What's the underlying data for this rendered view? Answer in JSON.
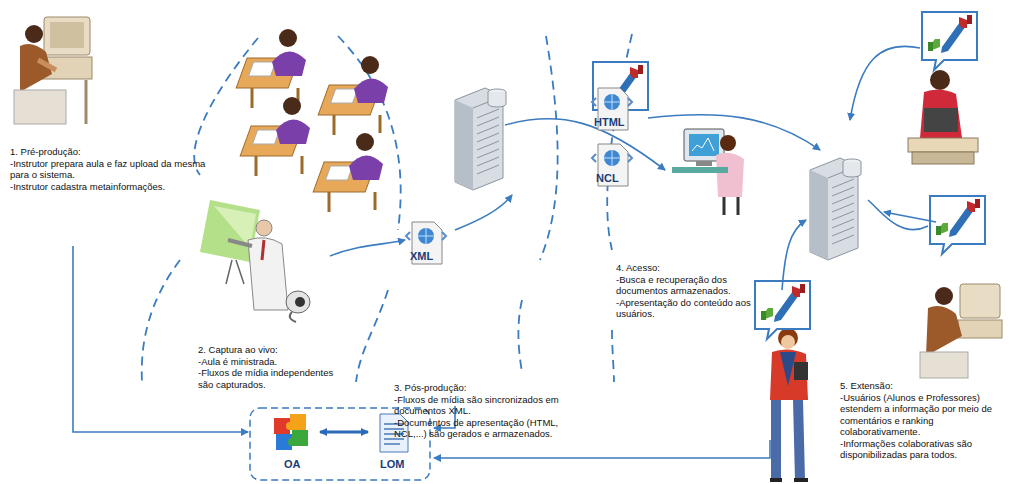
{
  "diagram": {
    "nodes": [
      {
        "text": [
          "XML"
        ]
      },
      {
        "text": [
          "HTML"
        ]
      },
      {
        "text": [
          "NCL"
        ]
      },
      {
        "text": [
          "OA"
        ]
      },
      {
        "text": [
          "LOM"
        ]
      }
    ],
    "edges": [
      {
        "from": 3,
        "to": 4,
        "arrow": "both"
      }
    ],
    "labels": [
      "1. Pré-produção:",
      "-Instrutor prepara aula e faz upload da mesma para o sistema.",
      "-Instrutor cadastra metainformações.",
      "2. Captura ao vivo:",
      "-Aula é ministrada.",
      "-Fluxos de mídia independentes são capturados.",
      "3. Pós-produção:",
      "-Fluxos de mídia são sincronizados em documentos XML.",
      "-Documentos de apresentação (HTML, NCL,...) são gerados e armazenados.",
      "4. Acesso:",
      "-Busca e recuperação dos documentos armazenados.",
      "-Apresentação do conteúdo aos usuários.",
      "5. Extensão:",
      "-Usuários (Alunos e Professores) estendem a informação por meio de comentários e ranking colaborativamente.",
      "-Informações colaborativas são disponibilizadas para todos."
    ]
  }
}
